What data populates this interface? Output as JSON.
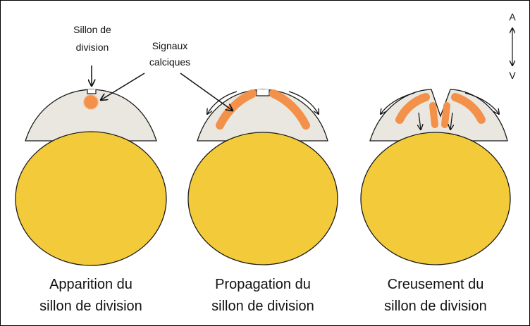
{
  "axis": {
    "top": "A",
    "bottom": "V"
  },
  "annotations": {
    "furrow_line1": "Sillon de",
    "furrow_line2": "division",
    "calcium_line1": "Signaux",
    "calcium_line2": "calciques"
  },
  "captions": [
    {
      "line1": "Apparition du",
      "line2": "sillon de division"
    },
    {
      "line1": "Propagation du",
      "line2": "sillon de division"
    },
    {
      "line1": "Creusement du",
      "line2": "sillon de division"
    }
  ],
  "colors": {
    "yolk": "#f3cb3a",
    "cytoplasm": "#e9e7df",
    "calcium_signal": "#f3914a",
    "outline": "#1a1a1a"
  }
}
